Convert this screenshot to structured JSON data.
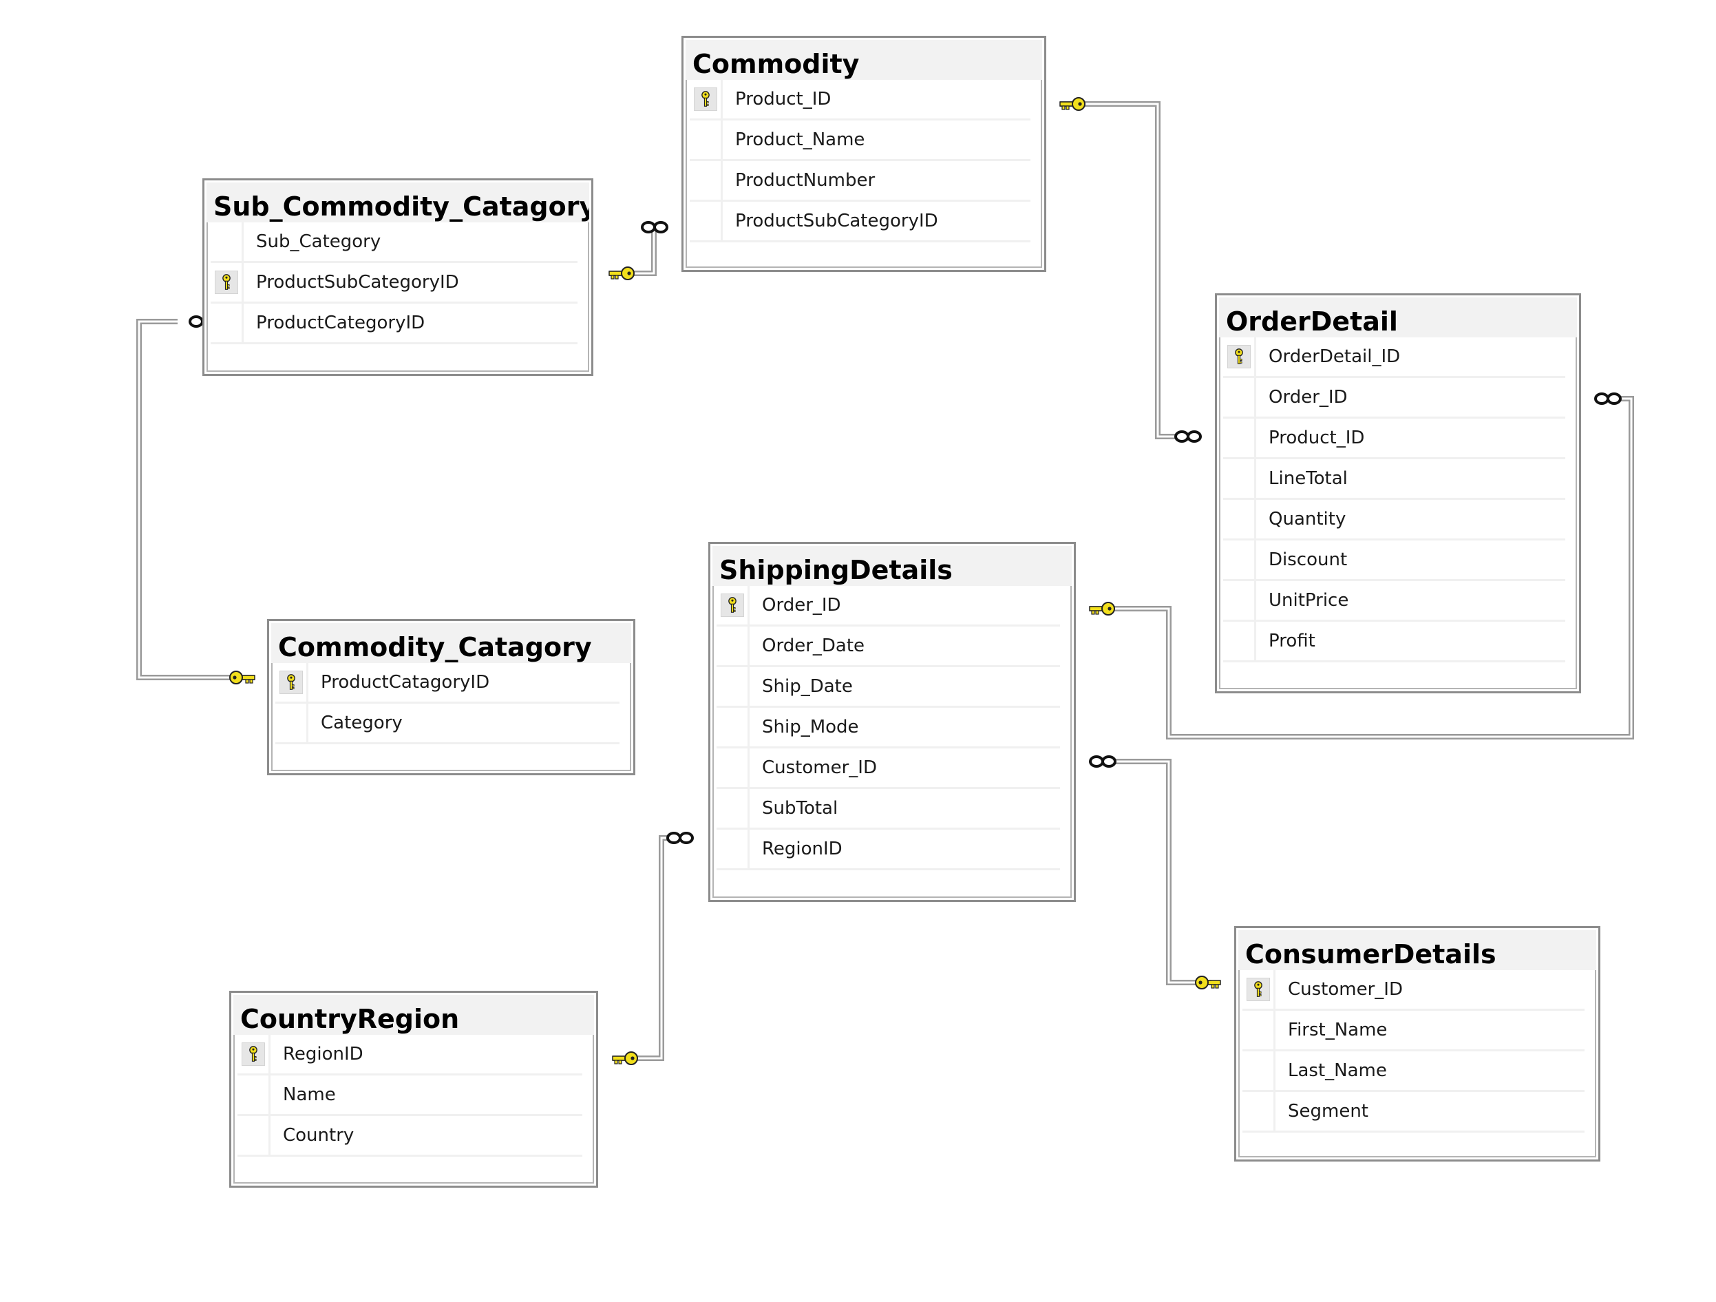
{
  "colors": {
    "key": "#f2df1c",
    "connector": "#9a9a9a",
    "header": "#f2f2f2",
    "border": "#8c8c8c"
  },
  "icons": {
    "primary_key": "key-icon",
    "relationship_one": "key-icon",
    "relationship_many": "infinity-icon"
  },
  "tables": [
    {
      "id": "commodity",
      "title": "Commodity",
      "columns": [
        {
          "name": "Product_ID",
          "pk": true
        },
        {
          "name": "Product_Name",
          "pk": false
        },
        {
          "name": "ProductNumber",
          "pk": false
        },
        {
          "name": "ProductSubCategoryID",
          "pk": false
        }
      ]
    },
    {
      "id": "sub-commodity-catagory",
      "title": "Sub_Commodity_Catagory",
      "columns": [
        {
          "name": "Sub_Category",
          "pk": false
        },
        {
          "name": "ProductSubCategoryID",
          "pk": true
        },
        {
          "name": "ProductCategoryID",
          "pk": false
        }
      ]
    },
    {
      "id": "orderdetail",
      "title": "OrderDetail",
      "columns": [
        {
          "name": "OrderDetail_ID",
          "pk": true
        },
        {
          "name": "Order_ID",
          "pk": false
        },
        {
          "name": "Product_ID",
          "pk": false
        },
        {
          "name": "LineTotal",
          "pk": false
        },
        {
          "name": "Quantity",
          "pk": false
        },
        {
          "name": "Discount",
          "pk": false
        },
        {
          "name": "UnitPrice",
          "pk": false
        },
        {
          "name": "Profit",
          "pk": false
        }
      ]
    },
    {
      "id": "shippingdetails",
      "title": "ShippingDetails",
      "columns": [
        {
          "name": "Order_ID",
          "pk": true
        },
        {
          "name": "Order_Date",
          "pk": false
        },
        {
          "name": "Ship_Date",
          "pk": false
        },
        {
          "name": "Ship_Mode",
          "pk": false
        },
        {
          "name": "Customer_ID",
          "pk": false
        },
        {
          "name": "SubTotal",
          "pk": false
        },
        {
          "name": "RegionID",
          "pk": false
        }
      ]
    },
    {
      "id": "commodity-catagory",
      "title": "Commodity_Catagory",
      "columns": [
        {
          "name": "ProductCatagoryID",
          "pk": true
        },
        {
          "name": "Category",
          "pk": false
        }
      ]
    },
    {
      "id": "consumerdetails",
      "title": "ConsumerDetails",
      "columns": [
        {
          "name": "Customer_ID",
          "pk": true
        },
        {
          "name": "First_Name",
          "pk": false
        },
        {
          "name": "Last_Name",
          "pk": false
        },
        {
          "name": "Segment",
          "pk": false
        }
      ]
    },
    {
      "id": "countryregion",
      "title": "CountryRegion",
      "columns": [
        {
          "name": "RegionID",
          "pk": true
        },
        {
          "name": "Name",
          "pk": false
        },
        {
          "name": "Country",
          "pk": false
        }
      ]
    }
  ],
  "relationships": [
    {
      "id": "commodity-orderdetail",
      "one": "commodity",
      "many": "orderdetail"
    },
    {
      "id": "subcategory-commodity",
      "one": "sub-commodity-catagory",
      "many": "commodity"
    },
    {
      "id": "category-subcategory",
      "one": "commodity-catagory",
      "many": "sub-commodity-catagory"
    },
    {
      "id": "shipping-orderdetail",
      "one": "shippingdetails",
      "many": "orderdetail"
    },
    {
      "id": "consumer-shipping",
      "one": "consumerdetails",
      "many": "shippingdetails"
    },
    {
      "id": "region-shipping",
      "one": "countryregion",
      "many": "shippingdetails"
    }
  ]
}
